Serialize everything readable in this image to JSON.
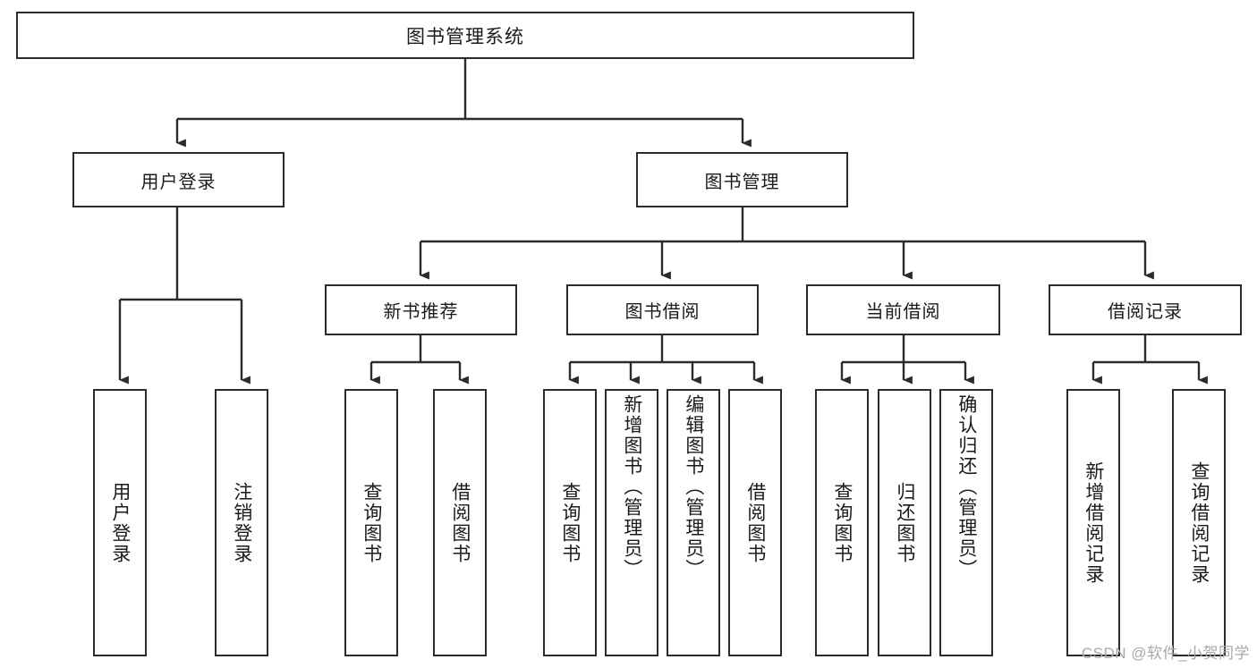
{
  "diagram": {
    "title": "图书管理系统",
    "type": "tree-hierarchy-diagram",
    "watermark": "CSDN @软件_小贺同学",
    "colors": {
      "box_border": "#2b2b2b",
      "box_fill": "#ffffff",
      "edge": "#2b2b2b",
      "text": "#1a1a1a",
      "watermark": "#a8a8a8"
    },
    "root": {
      "label": "图书管理系统"
    },
    "level2": [
      {
        "label": "用户登录"
      },
      {
        "label": "图书管理"
      }
    ],
    "level3": [
      {
        "label": "新书推荐"
      },
      {
        "label": "图书借阅"
      },
      {
        "label": "当前借阅"
      },
      {
        "label": "借阅记录"
      }
    ],
    "leaves": {
      "user_login": [
        {
          "label": "用户登录"
        },
        {
          "label": "注销登录"
        }
      ],
      "new_book_recommend": [
        {
          "label": "查询图书"
        },
        {
          "label": "借阅图书"
        }
      ],
      "book_borrow": [
        {
          "label": "查询图书"
        },
        {
          "label": "新增图书（管理员）"
        },
        {
          "label": "编辑图书（管理员）"
        },
        {
          "label": "借阅图书"
        }
      ],
      "current_borrow": [
        {
          "label": "查询图书"
        },
        {
          "label": "归还图书"
        },
        {
          "label": "确认归还（管理员）"
        }
      ],
      "borrow_record": [
        {
          "label": "新增借阅记录"
        },
        {
          "label": "查询借阅记录"
        }
      ]
    }
  }
}
